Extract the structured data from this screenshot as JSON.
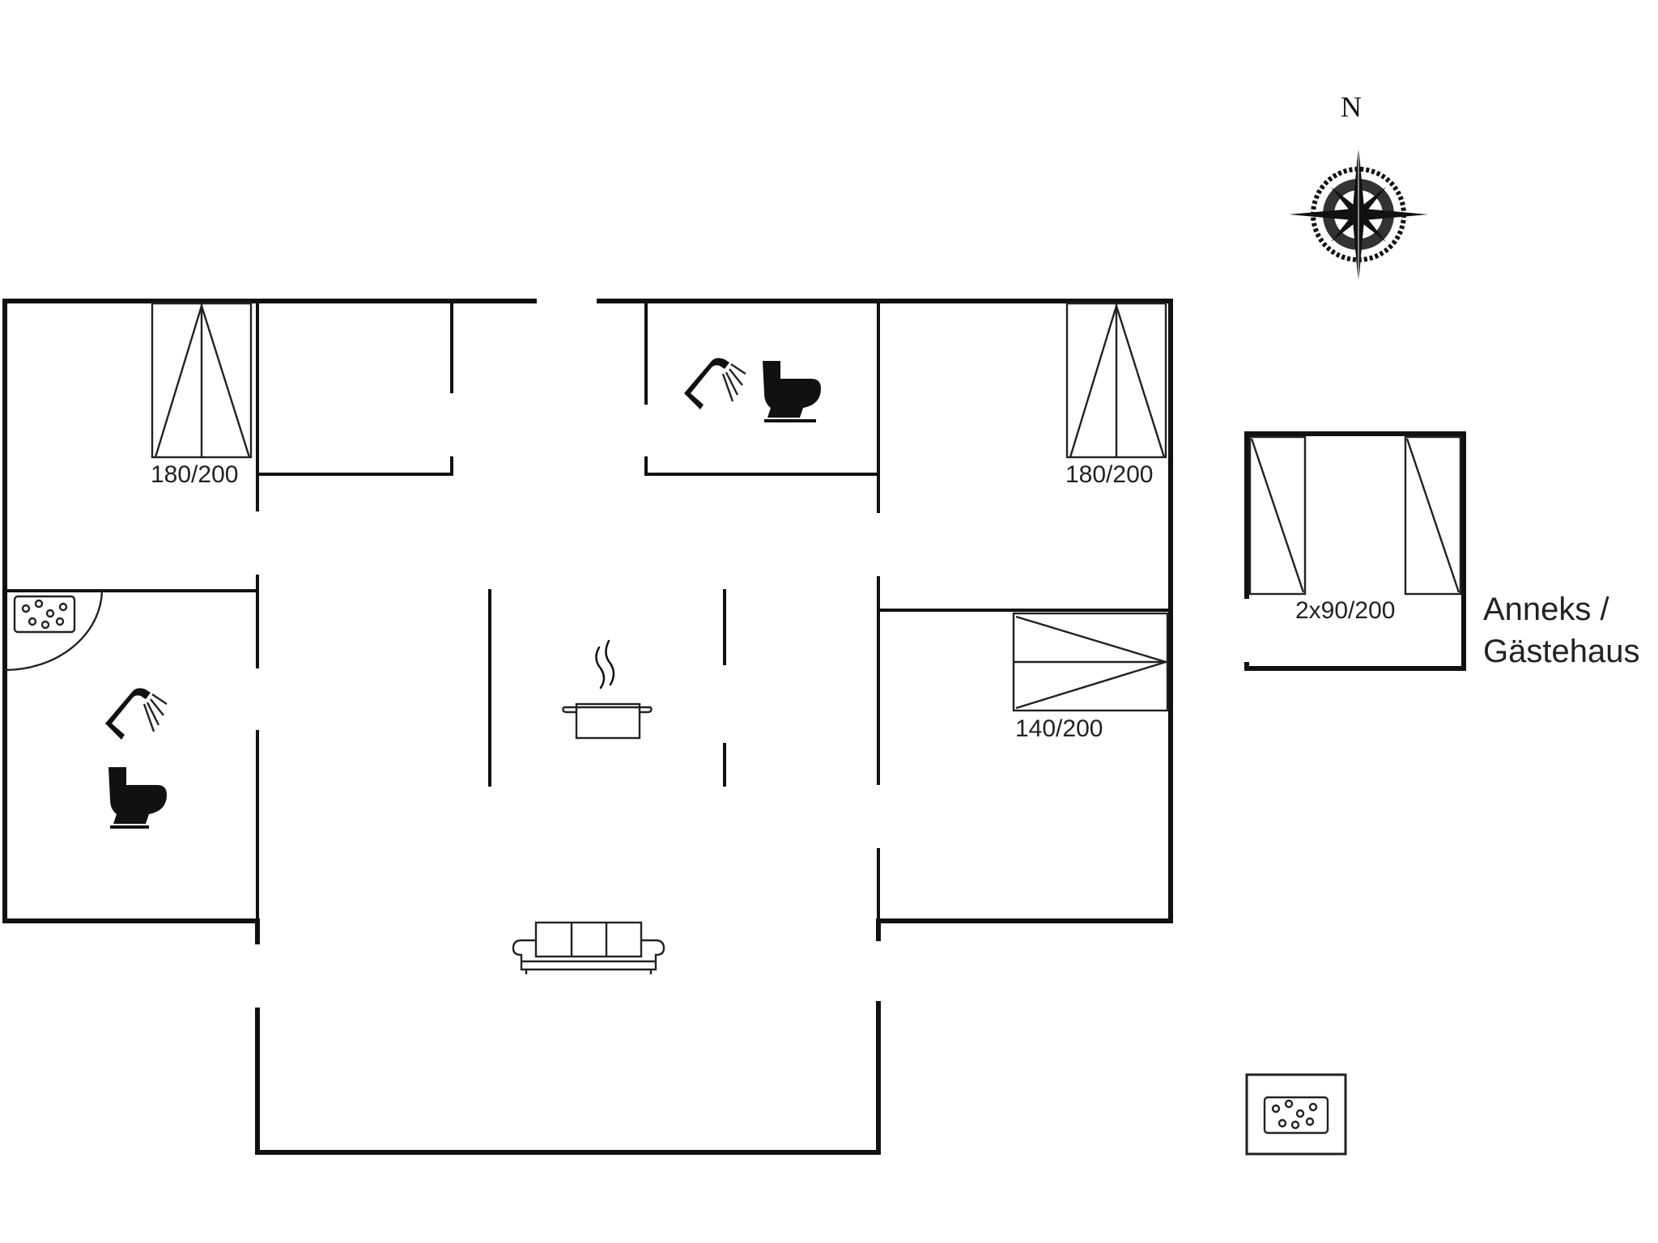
{
  "compass": {
    "north_label": "N",
    "icon": "compass-rose-icon"
  },
  "bed_labels": {
    "bedroom_left": "180/200",
    "bedroom_right": "180/200",
    "bedroom_lower_right": "140/200",
    "annex": "2x90/200"
  },
  "annex_label": {
    "line1": "Anneks /",
    "line2": "Gästehaus"
  },
  "icons": {
    "shower": "shower-icon",
    "toilet": "toilet-icon",
    "cooking_pot": "cooking-pot-icon",
    "sofa": "sofa-icon",
    "whirlpool": "whirlpool-icon"
  }
}
